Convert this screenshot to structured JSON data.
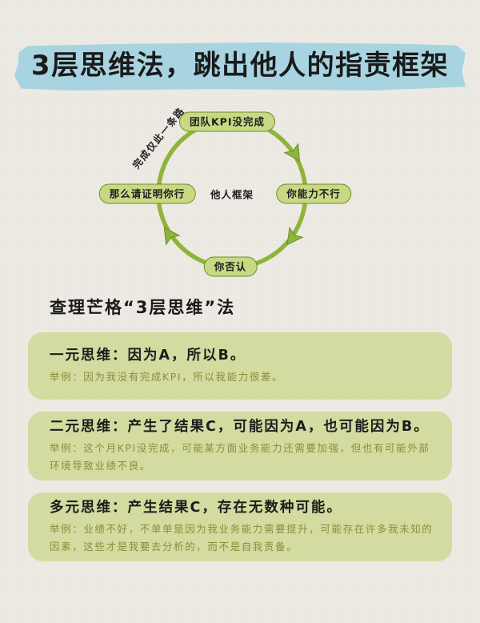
{
  "title": "3层思维法，跳出他人的指责框架",
  "diagram": {
    "nodes": {
      "top": "团队KPI没完成",
      "right": "你能力不行",
      "bottom": "你否认",
      "left": "那么请证明你行"
    },
    "center": "他人框架",
    "arc_label": "完成仅此一条路",
    "colors": {
      "ring": "#8fb43a",
      "pill": "#c8d984"
    }
  },
  "section_heading": "查理芒格“3层思维”法",
  "cards": [
    {
      "title": "一元思维：因为A，所以B。",
      "example_lines": [
        "举例：因为我没有完成KPI，所以我能力很差。"
      ]
    },
    {
      "title": "二元思维：产生了结果C，可能因为A，也可能因为B。",
      "example_lines": [
        "举例：这个月KPI没完成，可能某方面业务能力还需要加强，但也有可能外部",
        "环境导致业绩不良。"
      ]
    },
    {
      "title": "多元思维：产生结果C，存在无数种可能。",
      "example_lines": [
        "举例：业绩不好，不单单是因为我业务能力需要提升，可能存在许多我未知的",
        "因素，这些才是我要去分析的，而不是自我责备。"
      ]
    }
  ],
  "colors": {
    "background": "#eeebe5",
    "title_highlight": "#a8d4e1",
    "card": "#d4dba0",
    "example_text": "#8a8d3b"
  }
}
